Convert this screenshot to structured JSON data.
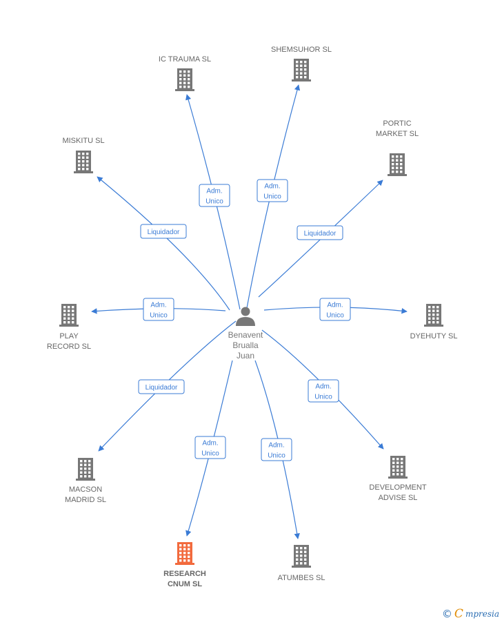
{
  "person": {
    "lines": [
      "Benavent",
      "Brualla",
      "Juan"
    ],
    "icon": "person-icon"
  },
  "companies": [
    {
      "id": "ic-trauma",
      "label": [
        "IC TRAUMA  SL"
      ],
      "color": "#777777",
      "icon": "building-icon"
    },
    {
      "id": "shemsuhor",
      "label": [
        "SHEMSUHOR SL"
      ],
      "color": "#777777",
      "icon": "building-icon"
    },
    {
      "id": "miskitu",
      "label": [
        "MISKITU SL"
      ],
      "color": "#777777",
      "icon": "building-icon"
    },
    {
      "id": "portic-market",
      "label": [
        "PORTIC",
        "MARKET  SL"
      ],
      "color": "#777777",
      "icon": "building-icon"
    },
    {
      "id": "play-record",
      "label": [
        "PLAY",
        "RECORD SL"
      ],
      "color": "#777777",
      "icon": "building-icon"
    },
    {
      "id": "dyehuty",
      "label": [
        "DYEHUTY  SL"
      ],
      "color": "#777777",
      "icon": "building-icon"
    },
    {
      "id": "macson-madrid",
      "label": [
        "MACSON",
        "MADRID SL"
      ],
      "color": "#777777",
      "icon": "building-icon"
    },
    {
      "id": "development-advise",
      "label": [
        "DEVELOPMENT",
        "ADVISE  SL"
      ],
      "color": "#777777",
      "icon": "building-icon"
    },
    {
      "id": "research-cnum",
      "label": [
        "RESEARCH",
        "CNUM  SL"
      ],
      "color": "#f26a3d",
      "icon": "building-icon",
      "highlight": true
    },
    {
      "id": "atumbes",
      "label": [
        "ATUMBES SL"
      ],
      "color": "#777777",
      "icon": "building-icon"
    }
  ],
  "edges": [
    {
      "to": "ic-trauma",
      "label": [
        "Adm.",
        "Unico"
      ]
    },
    {
      "to": "shemsuhor",
      "label": [
        "Adm.",
        "Unico"
      ]
    },
    {
      "to": "miskitu",
      "label": [
        "Liquidador"
      ]
    },
    {
      "to": "portic-market",
      "label": [
        "Liquidador"
      ]
    },
    {
      "to": "play-record",
      "label": [
        "Adm.",
        "Unico"
      ]
    },
    {
      "to": "dyehuty",
      "label": [
        "Adm.",
        "Unico"
      ]
    },
    {
      "to": "macson-madrid",
      "label": [
        "Liquidador"
      ]
    },
    {
      "to": "development-advise",
      "label": [
        "Adm.",
        "Unico"
      ]
    },
    {
      "to": "research-cnum",
      "label": [
        "Adm.",
        "Unico"
      ]
    },
    {
      "to": "atumbes",
      "label": [
        "Adm.",
        "Unico"
      ]
    }
  ],
  "colors": {
    "edge": "#3a7bd5",
    "building": "#777777",
    "highlight": "#f26a3d",
    "person": "#777777"
  },
  "logo": {
    "symbol": "©",
    "brand_first": "C",
    "brand_rest": "mpresia"
  }
}
